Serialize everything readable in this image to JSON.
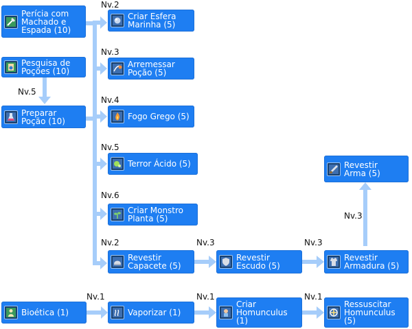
{
  "colors": {
    "node_background": "#1e7ef2",
    "node_text": "#ffffff",
    "connector": "#a6cdfa",
    "requirement_text": "#111111"
  },
  "skills": {
    "axe_mastery": {
      "label": "Perícia com\nMachado e\nEspada (10)",
      "icon": "axe-sword-icon"
    },
    "potion_research": {
      "label": "Pesquisa de\nPoções (10)",
      "icon": "potion-book-icon"
    },
    "prepare_potion": {
      "label": "Preparar\nPoção (10)",
      "icon": "flask-icon"
    },
    "sphere_mine": {
      "label": "Criar Esfera\nMarinha (5)",
      "icon": "sphere-icon"
    },
    "potion_pitcher": {
      "label": "Arremessar\nPoção (5)",
      "icon": "throw-potion-icon"
    },
    "greek_fire": {
      "label": "Fogo Grego (5)",
      "icon": "fire-bottle-icon"
    },
    "acid_terror": {
      "label": "Terror Ácido (5)",
      "icon": "acid-icon"
    },
    "plant_monster": {
      "label": "Criar Monstro\nPlanta (5)",
      "icon": "plant-icon"
    },
    "chemical_helm": {
      "label": "Revestir\nCapacete (5)",
      "icon": "helm-icon"
    },
    "chemical_shield": {
      "label": "Revestir\nEscudo (5)",
      "icon": "shield-icon"
    },
    "chemical_armor": {
      "label": "Revestir\nArmadura (5)",
      "icon": "armor-icon"
    },
    "chemical_weapon": {
      "label": "Revestir\nArma (5)",
      "icon": "weapon-icon"
    },
    "bioethics": {
      "label": "Bioética (1)",
      "icon": "bioethics-icon"
    },
    "vaporize": {
      "label": "Vaporizar (1)",
      "icon": "vapor-icon"
    },
    "call_homunculus": {
      "label": "Criar\nHomunculus\n(1)",
      "icon": "homunculus-icon"
    },
    "resurrect_homunculus": {
      "label": "Ressuscitar\nHomunculus\n(5)",
      "icon": "resurrect-icon"
    }
  },
  "requirements": {
    "sphere_mine": "Nv.2",
    "potion_pitcher": "Nv.3",
    "greek_fire": "Nv.4",
    "acid_terror": "Nv.5",
    "plant_monster": "Nv.6",
    "chemical_helm": "Nv.2",
    "prepare_potion": "Nv.5",
    "chemical_shield": "Nv.3",
    "chemical_armor": "Nv.3",
    "chemical_weapon": "Nv.3",
    "vaporize": "Nv.1",
    "call_homunculus": "Nv.1",
    "resurrect_homunculus": "Nv.1"
  }
}
